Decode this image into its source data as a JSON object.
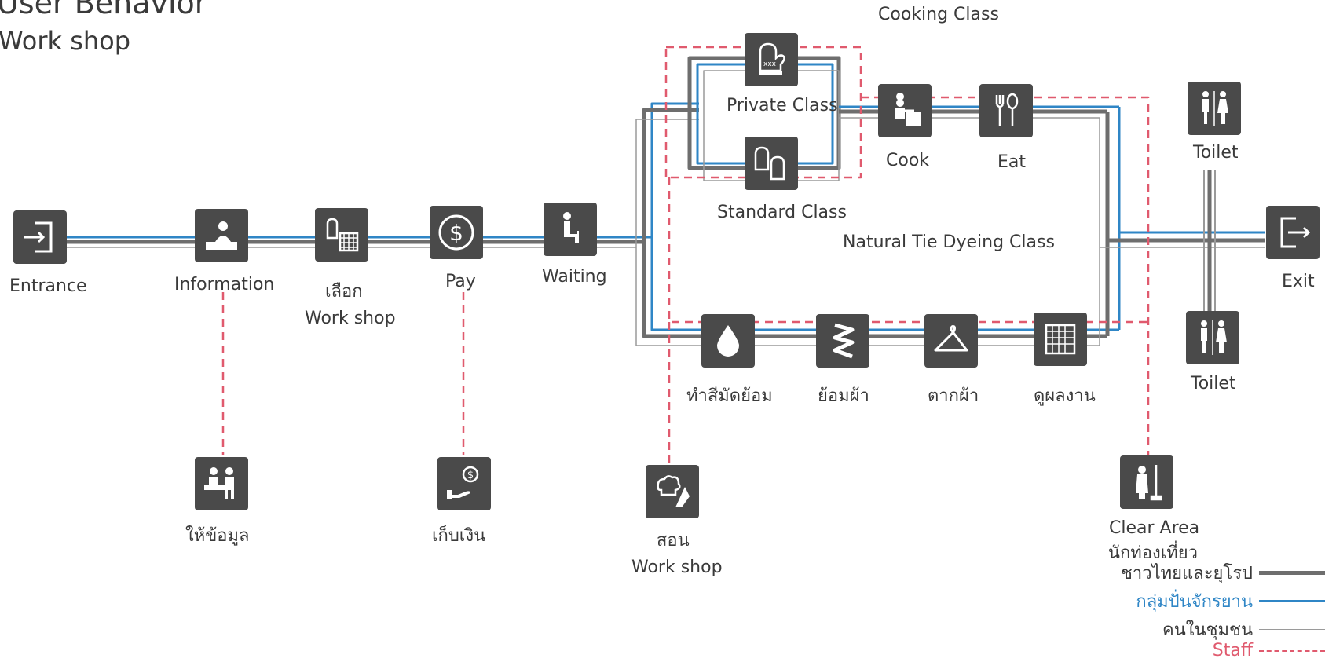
{
  "header": {
    "title": "User Behavior",
    "subtitle": "Work shop"
  },
  "colors": {
    "tourist": "#6e6e6e",
    "cyclist": "#2f86c6",
    "community": "#9a9a9a",
    "staff": "#e05a6e",
    "icon_bg": "#4a4a4a"
  },
  "section_titles": {
    "cooking": "Cooking Class",
    "dyeing": "Natural Tie Dyeing Class"
  },
  "nodes": {
    "entrance": "Entrance",
    "information": "Information",
    "choose": "เลือก",
    "choose_sub": "Work shop",
    "pay": "Pay",
    "waiting": "Waiting",
    "private_class": "Private Class",
    "standard_class": "Standard Class",
    "cook": "Cook",
    "eat": "Eat",
    "toilet_top": "Toilet",
    "toilet_bottom": "Toilet",
    "exit": "Exit",
    "dye_color": "ทำสีมัดย้อม",
    "dye_fabric": "ย้อมผ้า",
    "dry_fabric": "ตากผ้า",
    "view_work": "ดูผลงาน"
  },
  "staff_nodes": {
    "give_info": "ให้ข้อมูล",
    "collect_money": "เก็บเงิน",
    "teach": "สอน",
    "teach_sub": "Work shop",
    "clear_area": "Clear Area"
  },
  "legend": [
    {
      "label": "นักท่องเที่ยว",
      "style": "none"
    },
    {
      "label": "ชาวไทยและยุโรป",
      "style": "tourist"
    },
    {
      "label": "กลุ่มปั่นจักรยาน",
      "style": "cyclist"
    },
    {
      "label": "คนในชุมชน",
      "style": "community"
    },
    {
      "label": "Staff",
      "style": "staff"
    }
  ],
  "icons": {
    "entrance": "entrance-door-icon",
    "information": "information-desk-icon",
    "choose": "workshop-choice-icon",
    "pay": "dollar-coin-icon",
    "waiting": "seated-person-icon",
    "private_class": "oven-mitt-icon",
    "standard_class": "oven-mitts-icon",
    "cook": "chef-cooking-icon",
    "eat": "fork-spoon-icon",
    "toilet": "restroom-icon",
    "exit": "exit-door-icon",
    "dye_color": "water-drop-icon",
    "dye_fabric": "twisted-fabric-icon",
    "dry_fabric": "hanger-icon",
    "view_work": "fabric-pattern-icon",
    "give_info": "service-counter-icon",
    "collect_money": "payment-hand-icon",
    "teach": "chef-hat-icon",
    "clear_area": "cleaner-icon"
  }
}
